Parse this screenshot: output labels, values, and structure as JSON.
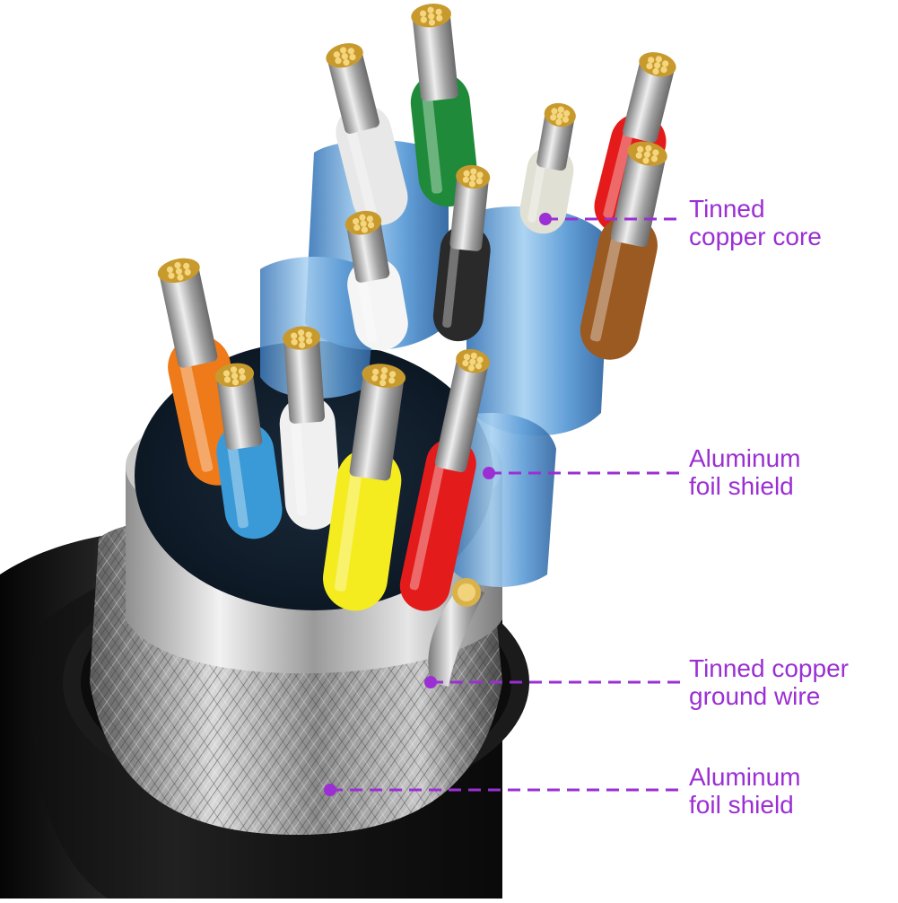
{
  "accent_color": "#9b2fd3",
  "callouts": [
    {
      "text": "Tinned\ncopper core"
    },
    {
      "text": "Aluminum\nfoil shield"
    },
    {
      "text": "Tinned copper\nground wire"
    },
    {
      "text": "Aluminum\nfoil shield"
    }
  ],
  "wires": [
    {
      "color": "#e8e8e8"
    },
    {
      "color": "#1e8a3a"
    },
    {
      "color": "#e51b1b"
    },
    {
      "color": "#e0e0d4"
    },
    {
      "color": "#9a5a22"
    },
    {
      "color": "#2a2a2a"
    },
    {
      "color": "#f5f5f5"
    },
    {
      "color": "#ee7a1a"
    },
    {
      "color": "#3a9ad8"
    },
    {
      "color": "#f0f0f0"
    },
    {
      "color": "#f4ec1e"
    },
    {
      "color": "#e41b1b"
    }
  ]
}
